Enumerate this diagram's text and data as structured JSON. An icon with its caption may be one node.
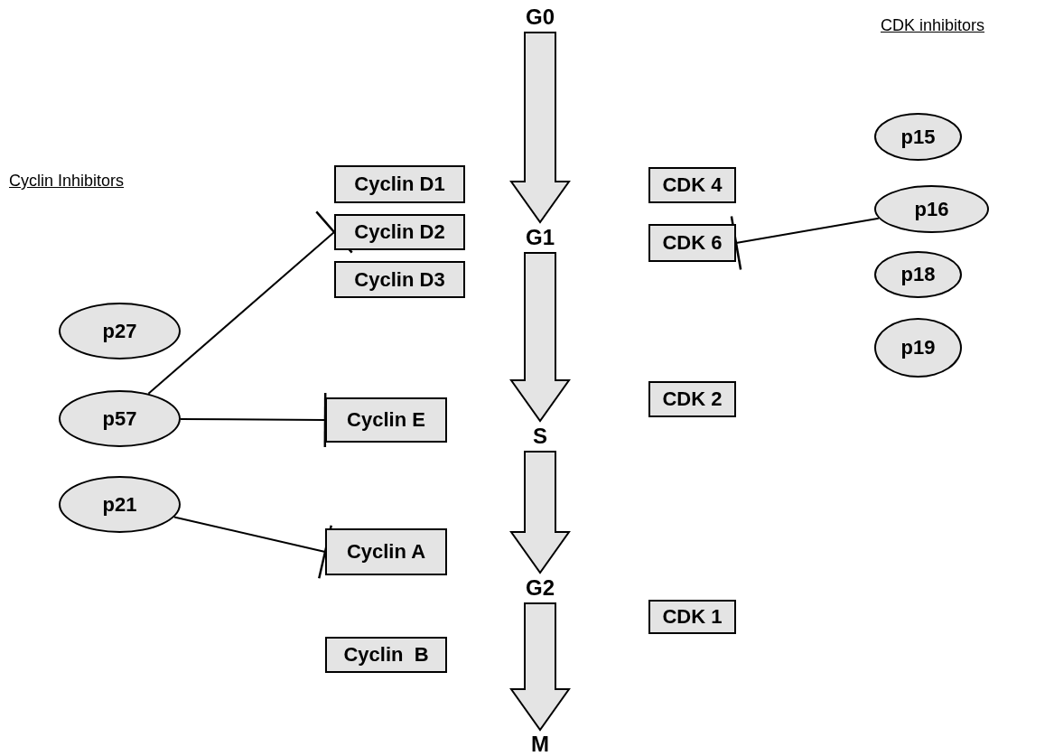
{
  "diagram": {
    "nodes": [
      {
        "text": [
          "G0"
        ]
      },
      {
        "text": [
          "G1"
        ]
      },
      {
        "text": [
          "S"
        ]
      },
      {
        "text": [
          "G2"
        ]
      },
      {
        "text": [
          "M"
        ]
      },
      {
        "text": [
          "Cyclin D1"
        ]
      },
      {
        "text": [
          "Cyclin D2"
        ]
      },
      {
        "text": [
          "Cyclin D3"
        ]
      },
      {
        "text": [
          "Cyclin E"
        ]
      },
      {
        "text": [
          "Cyclin A"
        ]
      },
      {
        "text": [
          "Cyclin  B"
        ]
      },
      {
        "text": [
          "CDK 4"
        ]
      },
      {
        "text": [
          "CDK 6"
        ]
      },
      {
        "text": [
          "CDK 2"
        ]
      },
      {
        "text": [
          "CDK 1"
        ]
      },
      {
        "text": [
          "p27"
        ]
      },
      {
        "text": [
          "p57"
        ]
      },
      {
        "text": [
          "p21"
        ]
      },
      {
        "text": [
          "p15"
        ]
      },
      {
        "text": [
          "p16"
        ]
      },
      {
        "text": [
          "p18"
        ]
      },
      {
        "text": [
          "p19"
        ]
      }
    ],
    "edges": [
      {
        "from": 0,
        "to": 1,
        "arrow": "to"
      },
      {
        "from": 1,
        "to": 2,
        "arrow": "to"
      },
      {
        "from": 2,
        "to": 3,
        "arrow": "to"
      },
      {
        "from": 3,
        "to": 4,
        "arrow": "to"
      },
      {
        "from": 16,
        "to": 6,
        "arrow": "other"
      },
      {
        "from": 16,
        "to": 8,
        "arrow": "other"
      },
      {
        "from": 17,
        "to": 9,
        "arrow": "other"
      },
      {
        "from": 19,
        "to": 12,
        "arrow": "other"
      }
    ],
    "labels": [
      "CDK inhibitors",
      "Cyclin Inhibitors"
    ]
  }
}
